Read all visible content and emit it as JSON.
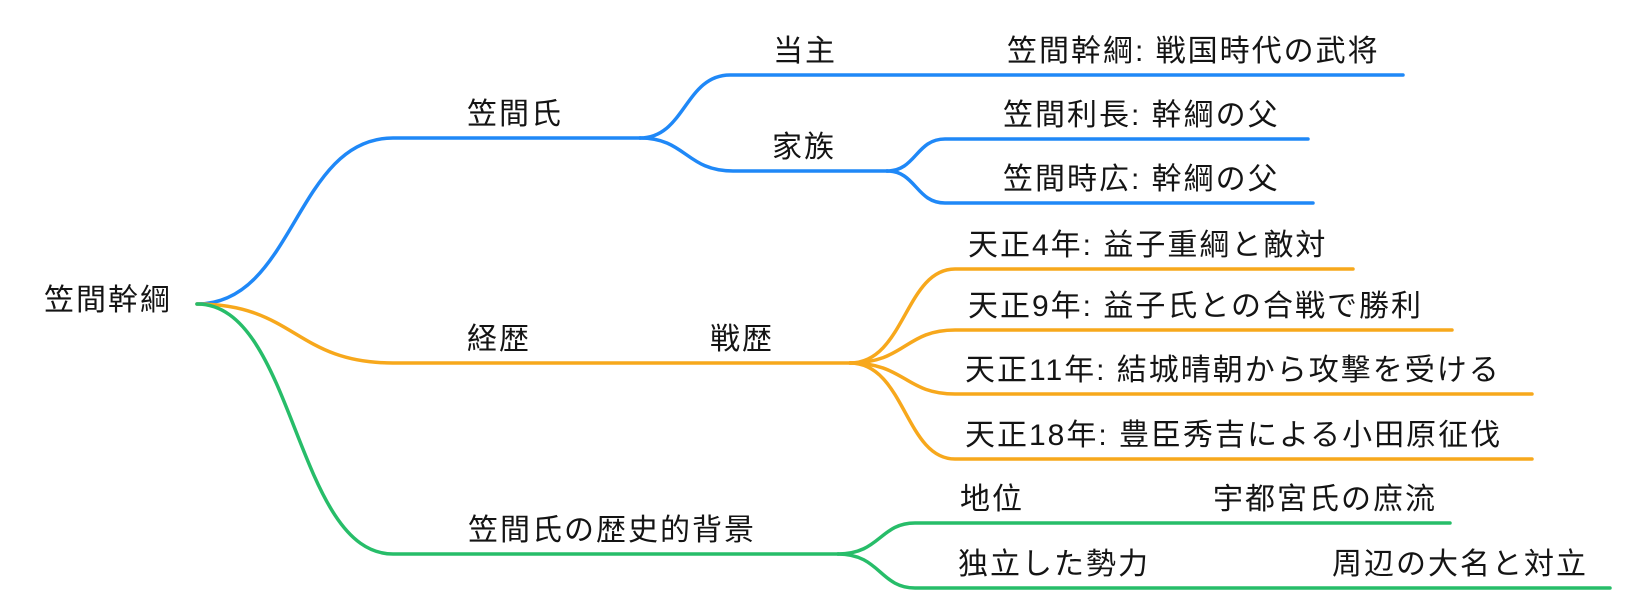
{
  "diagram": {
    "type": "mindmap",
    "background": "#ffffff",
    "text_color": "#141414"
  },
  "mindmap": {
    "root": {
      "label": "笠間幹綱"
    },
    "branches": [
      {
        "color": "#1f88f7",
        "label": "笠間氏",
        "children": [
          {
            "label": "当主",
            "children": [
              {
                "label": "笠間幹綱: 戦国時代の武将"
              }
            ]
          },
          {
            "label": "家族",
            "children": [
              {
                "label": "笠間利長: 幹綱の父"
              },
              {
                "label": "笠間時広: 幹綱の父"
              }
            ]
          }
        ]
      },
      {
        "color": "#f7a81c",
        "label": "経歴",
        "children": [
          {
            "label": "戦歴",
            "children": [
              {
                "label": "天正4年: 益子重綱と敵対"
              },
              {
                "label": "天正9年: 益子氏との合戦で勝利"
              },
              {
                "label": "天正11年: 結城晴朝から攻撃を受ける"
              },
              {
                "label": "天正18年: 豊臣秀吉による小田原征伐"
              }
            ]
          }
        ]
      },
      {
        "color": "#27bd69",
        "label": "笠間氏の歴史的背景",
        "children": [
          {
            "label": "地位",
            "children": [
              {
                "label": "宇都宮氏の庶流"
              }
            ]
          },
          {
            "label": "独立した勢力",
            "children": [
              {
                "label": "周辺の大名と対立"
              }
            ]
          }
        ]
      }
    ]
  }
}
